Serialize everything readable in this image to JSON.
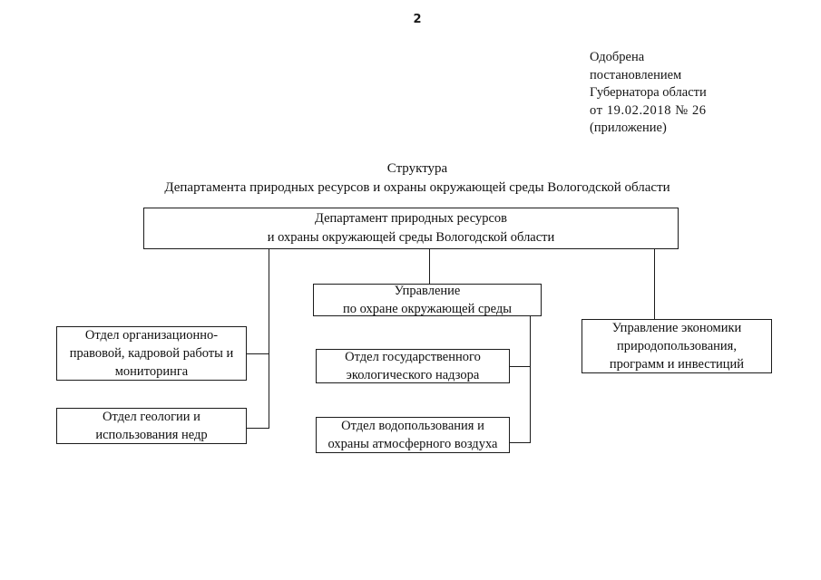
{
  "page": {
    "number": "2"
  },
  "approval": {
    "lines": [
      "Одобрена",
      "постановлением",
      "Губернатора области",
      "от  19.02.2018 № 26",
      "(приложение)"
    ]
  },
  "title": {
    "main": "Структура",
    "sub": "Департамента природных ресурсов и охраны окружающей среды Вологодской области"
  },
  "chart_data": {
    "type": "diagram",
    "diagram_kind": "organizational-chart",
    "title": "Структура Департамента природных ресурсов и охраны окружающей среды Вологодской области",
    "nodes": [
      {
        "id": "root",
        "lines": [
          "Департамент природных ресурсов",
          "и охраны окружающей среды Вологодской области"
        ],
        "level": 0
      },
      {
        "id": "env-dept",
        "lines": [
          "Управление",
          "по охране окружающей среды"
        ],
        "level": 1
      },
      {
        "id": "econ-dept",
        "lines": [
          "Управление экономики",
          "природопользования,",
          "программ и инвестиций"
        ],
        "level": 1
      },
      {
        "id": "org-legal",
        "lines": [
          "Отдел организационно-",
          "правовой, кадровой работы и",
          "мониторинга"
        ],
        "level": 1
      },
      {
        "id": "geology",
        "lines": [
          "Отдел геологии и",
          "использования недр"
        ],
        "level": 1
      },
      {
        "id": "eco-supervision",
        "lines": [
          "Отдел государственного",
          "экологического надзора"
        ],
        "level": 2
      },
      {
        "id": "water-air",
        "lines": [
          "Отдел водопользования и",
          "охраны атмосферного воздуха"
        ],
        "level": 2
      }
    ],
    "edges": [
      {
        "from": "root",
        "to": "org-legal"
      },
      {
        "from": "root",
        "to": "geology"
      },
      {
        "from": "root",
        "to": "env-dept"
      },
      {
        "from": "root",
        "to": "econ-dept"
      },
      {
        "from": "env-dept",
        "to": "eco-supervision"
      },
      {
        "from": "env-dept",
        "to": "water-air"
      }
    ],
    "colors": {
      "box_border": "#1b1b1b",
      "box_fill": "#ffffff",
      "connector": "#1b1b1b",
      "text": "#0f0f0f",
      "background": "#ffffff"
    }
  }
}
